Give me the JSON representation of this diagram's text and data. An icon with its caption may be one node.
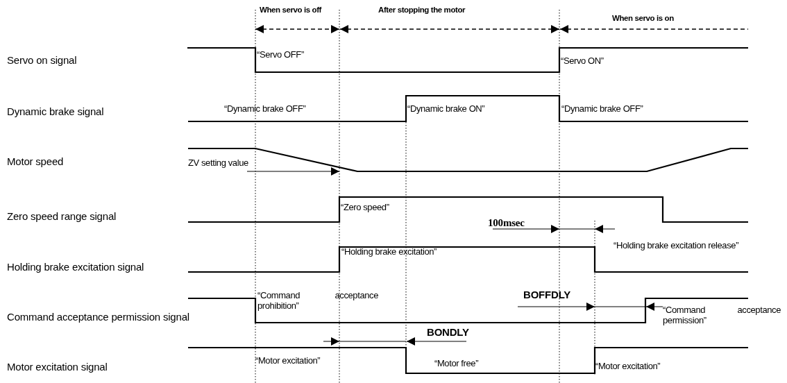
{
  "diagram": {
    "labels": [
      "When servo is off",
      "After stopping the motor",
      "When servo is on",
      "Servo on signal",
      "“Servo OFF”",
      "“Servo ON”",
      "Dynamic brake signal",
      "“Dynamic brake OFF”",
      "“Dynamic brake ON”",
      "“Dynamic brake OFF”",
      "Motor speed",
      "ZV setting value",
      "Zero speed range signal",
      "“Zero speed”",
      "100msec",
      "Holding brake excitation signal",
      "“Holding brake excitation”",
      "“Holding brake excitation release”",
      "Command acceptance permission signal",
      "“Command acceptance prohibition”",
      "BOFFDLY",
      "“Command acceptance permission”",
      "BONDLY",
      "Motor excitation signal",
      "“Motor excitation”",
      "“Motor free”",
      "“Motor excitation”"
    ]
  }
}
